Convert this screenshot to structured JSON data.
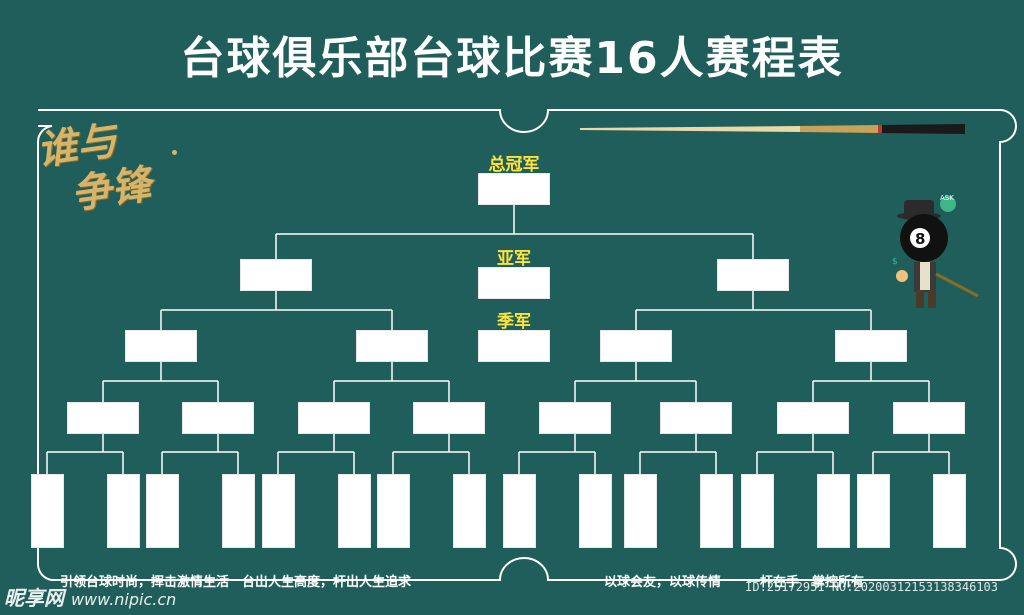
{
  "title": "台球俱乐部台球比赛16人赛程表",
  "labels": {
    "champion": "总冠军",
    "runner_up": "亚军",
    "third": "季军"
  },
  "calligraphy": {
    "line1": "谁与",
    "line2": "争锋"
  },
  "slogans": {
    "left": "引领台球时尚，挥击激情生活　台出人生高度，杆出人生追求",
    "right": "以球会友，以球传情　　一杆在手　掌控所有"
  },
  "watermark": {
    "brand": "昵享网",
    "url": "www.nipic.cn",
    "id": "ID:25172951 NO:20200312153138346103"
  },
  "mascot": {
    "ball_number": "8",
    "hat_text": "ASK"
  },
  "colors": {
    "background": "#1f5e5a",
    "label": "#ffe23a",
    "lines": "#ffffff"
  }
}
